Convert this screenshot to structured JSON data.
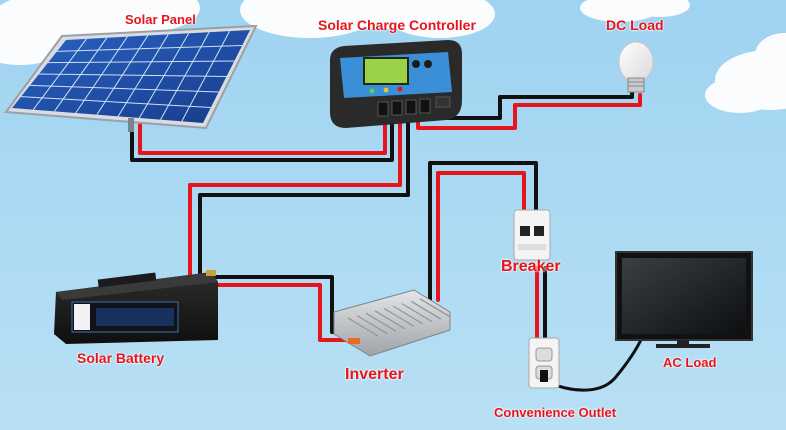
{
  "labels": {
    "solar_panel": "Solar Panel",
    "charge_controller": "Solar Charge Controller",
    "dc_load": "DC Load",
    "breaker": "Breaker",
    "solar_battery": "Solar Battery",
    "inverter": "Inverter",
    "ac_load": "AC Load",
    "convenience_outlet": "Convenience Outlet"
  },
  "colors": {
    "sky": "#a9d8f2",
    "label": "#e8141b",
    "wire_positive": "#e8141b",
    "wire_negative": "#111111",
    "controller_body": "#2a2a2a",
    "controller_accent": "#3b8fd6",
    "lcd": "#9bd24a",
    "panel_cell": "#1f4ea8"
  }
}
